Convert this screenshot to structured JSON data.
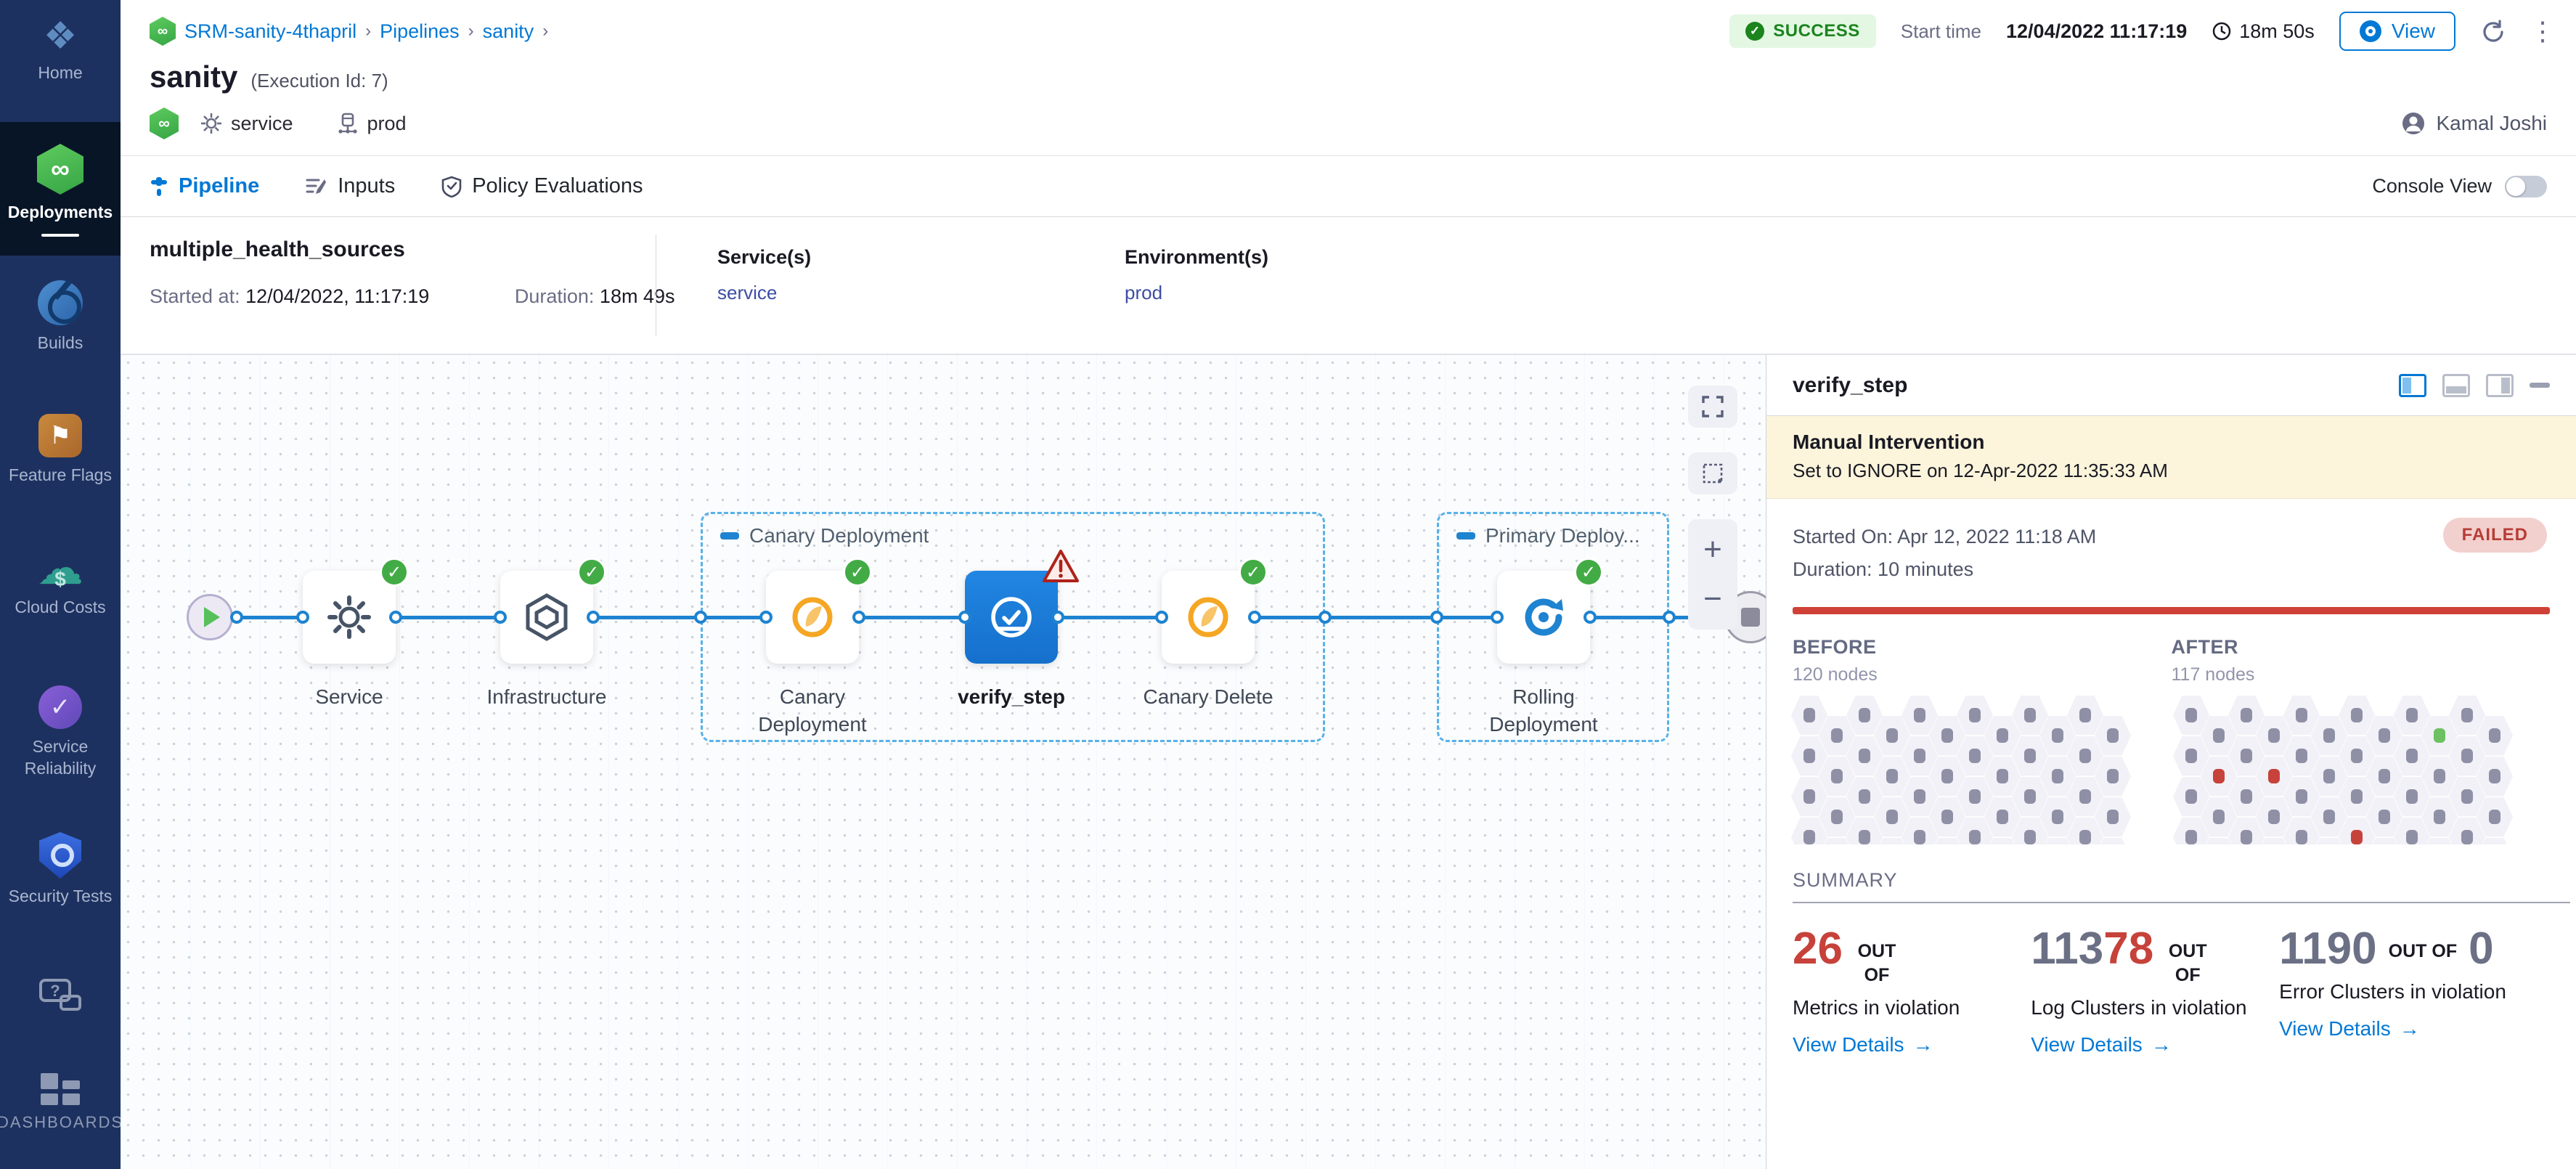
{
  "sidebar": {
    "items": [
      {
        "label": "Home"
      },
      {
        "label": "Deployments"
      },
      {
        "label": "Builds"
      },
      {
        "label": "Feature Flags"
      },
      {
        "label": "Cloud Costs"
      },
      {
        "label": "Service Reliability"
      },
      {
        "label": "Security Tests"
      },
      {
        "label": ""
      },
      {
        "label": "DASHBOARDS"
      }
    ]
  },
  "breadcrumb": {
    "project": "SRM-sanity-4thapril",
    "pipelines": "Pipelines",
    "pipeline": "sanity"
  },
  "header": {
    "title": "sanity",
    "execution_id": "(Execution Id: 7)",
    "status": "SUCCESS",
    "start_time_label": "Start time",
    "start_time": "12/04/2022 11:17:19",
    "elapsed": "18m 50s",
    "view_label": "View",
    "service_tag": "service",
    "env_tag": "prod",
    "user": "Kamal Joshi"
  },
  "tabs": {
    "pipeline": "Pipeline",
    "inputs": "Inputs",
    "policy": "Policy Evaluations",
    "console_view_label": "Console View"
  },
  "stage_info": {
    "name": "multiple_health_sources",
    "started_label": "Started at:",
    "started_value": "12/04/2022, 11:17:19",
    "duration_label": "Duration:",
    "duration_value": "18m 49s",
    "services_label": "Service(s)",
    "service_value": "service",
    "environments_label": "Environment(s)",
    "environment_value": "prod"
  },
  "graph": {
    "group1_label": "Canary Deployment",
    "group2_label": "Primary Deploy...",
    "nodes": {
      "service": "Service",
      "infrastructure": "Infrastructure",
      "canary_deployment": "Canary Deployment",
      "verify_step": "verify_step",
      "canary_delete": "Canary Delete",
      "rolling_deployment": "Rolling Deployment"
    }
  },
  "panel": {
    "title": "verify_step",
    "banner": {
      "title": "Manual Intervention",
      "subtitle": "Set to IGNORE on 12-Apr-2022 11:35:33 AM"
    },
    "started_on": "Started On: Apr 12, 2022 11:18 AM",
    "duration": "Duration: 10 minutes",
    "status": "FAILED",
    "before": {
      "label": "BEFORE",
      "nodes": "120 nodes"
    },
    "after": {
      "label": "AFTER",
      "nodes": "117 nodes"
    },
    "summary_label": "SUMMARY",
    "summary_cards": [
      {
        "num_gray": "",
        "num_red": "26",
        "out_of": "OUT OF",
        "total": "",
        "label": "Metrics in violation",
        "link": "View Details",
        "arrow": "→"
      },
      {
        "num_gray": "113",
        "num_red": "78",
        "out_of": "OUT OF",
        "total": "",
        "label": "Log Clusters in violation",
        "link": "View Details",
        "arrow": "→"
      },
      {
        "num_gray": "1190",
        "num_red": "",
        "out_of": "OUT OF",
        "total": "0",
        "label": "Error Clusters in violation",
        "link": "View Details",
        "arrow": "→"
      }
    ]
  },
  "hexgrid": {
    "cols": 12,
    "rows": 4,
    "before": {
      "red": [],
      "green": []
    },
    "after": {
      "red": [
        5,
        13,
        27
      ],
      "green": [
        36
      ]
    }
  },
  "colors": {
    "accent_blue": "#0278d5",
    "success_green": "#1b841d",
    "failed_red": "#c6423a",
    "canary_orange": "#f5a623",
    "sidebar_navy": "#1d3160"
  }
}
